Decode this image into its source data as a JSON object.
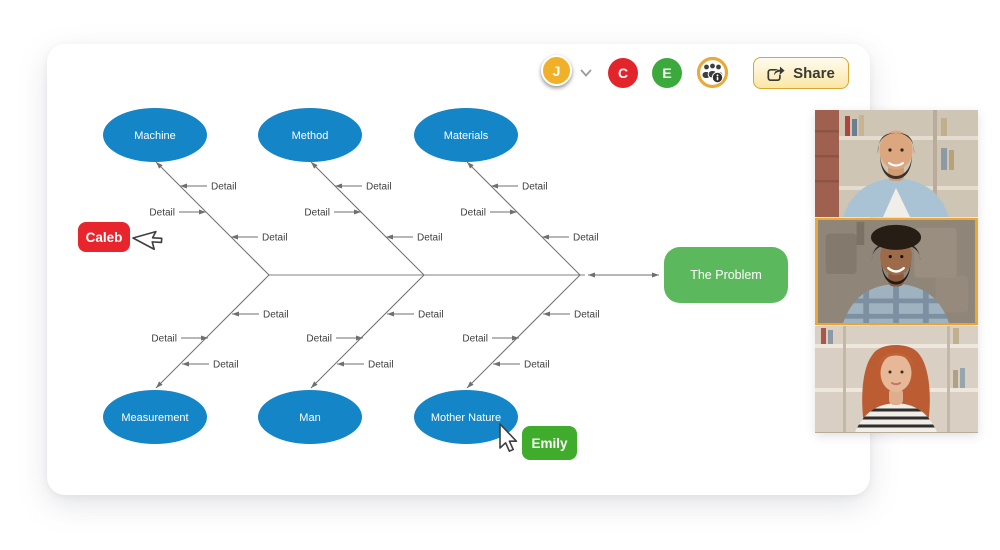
{
  "header": {
    "user_avatar": {
      "initial": "J",
      "color": "#F0B02A",
      "has_dropdown": true
    },
    "collaborator_avatars": [
      {
        "initial": "C",
        "color": "#E3252B"
      },
      {
        "initial": "E",
        "color": "#3CA93C"
      }
    ],
    "collaborators_badge": {
      "icon": "audience-info-icon",
      "ring_color": "#E9A93B"
    },
    "share_button": {
      "label": "Share",
      "icon": "share-forward-icon"
    }
  },
  "diagram": {
    "type": "fishbone",
    "detail_label": "Detail",
    "details_per_branch": 3,
    "cause_color": "#1485C6",
    "causes_top": [
      "Machine",
      "Method",
      "Materials"
    ],
    "causes_bottom": [
      "Measurement",
      "Man",
      "Mother Nature"
    ],
    "effect": {
      "label": "The Problem",
      "color": "#5CB85C"
    }
  },
  "cursors": [
    {
      "name": "Caleb",
      "color": "#E8242C"
    },
    {
      "name": "Emily",
      "color": "#3FAC2B"
    }
  ],
  "video_call": {
    "tiles": [
      {
        "id": "participant-1",
        "active": false
      },
      {
        "id": "participant-2",
        "active": true
      },
      {
        "id": "participant-3",
        "active": false
      }
    ]
  }
}
